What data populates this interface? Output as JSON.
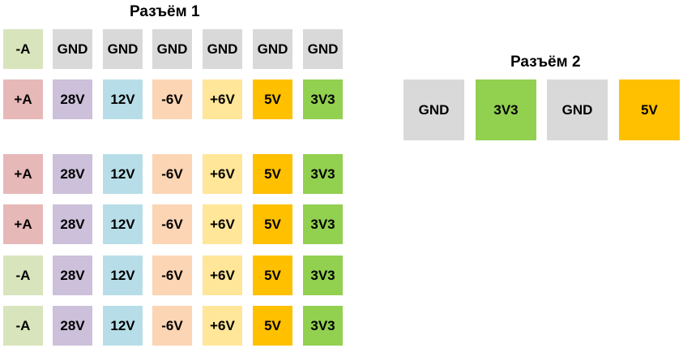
{
  "connector1": {
    "title": "Разъём 1",
    "rows": [
      [
        "-A",
        "GND",
        "GND",
        "GND",
        "GND",
        "GND",
        "GND"
      ],
      [
        "+A",
        "28V",
        "12V",
        "-6V",
        "+6V",
        "5V",
        "3V3"
      ],
      [
        "+A",
        "28V",
        "12V",
        "-6V",
        "+6V",
        "5V",
        "3V3"
      ],
      [
        "+A",
        "28V",
        "12V",
        "-6V",
        "+6V",
        "5V",
        "3V3"
      ],
      [
        "-A",
        "28V",
        "12V",
        "-6V",
        "+6V",
        "5V",
        "3V3"
      ],
      [
        "-A",
        "28V",
        "12V",
        "-6V",
        "+6V",
        "5V",
        "3V3"
      ]
    ]
  },
  "connector2": {
    "title": "Разъём 2",
    "pins": [
      "GND",
      "3V3",
      "GND",
      "5V"
    ]
  },
  "colors": {
    "-A": "#d8e4bc",
    "+A": "#e6b8b7",
    "GND": "#d9d9d9",
    "28V": "#ccc0da",
    "12V": "#b7dee8",
    "-6V": "#fcd5b4",
    "+6V": "#ffe699",
    "5V": "#ffc000",
    "3V3": "#92d050"
  }
}
